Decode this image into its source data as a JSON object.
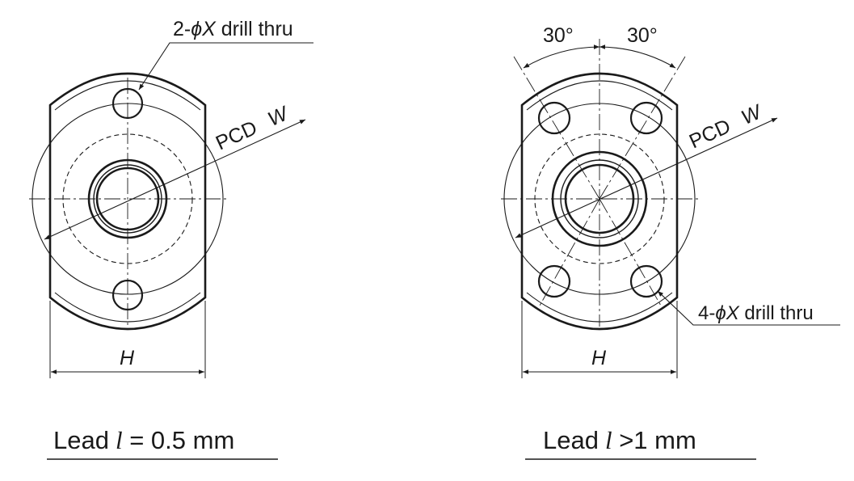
{
  "colors": {
    "stroke": "#1a1a1a",
    "background": "#ffffff"
  },
  "left_view": {
    "drill_label": {
      "prefix": "2-",
      "phi": "ϕ",
      "var": "X",
      "suffix": " drill thru"
    },
    "pcd_label": {
      "text": "PCD",
      "var": "W"
    },
    "width_label": "H",
    "caption": {
      "word": "Lead",
      "var": "l",
      "rest": " = 0.5 mm"
    }
  },
  "right_view": {
    "angle_left": "30°",
    "angle_right": "30°",
    "drill_label": {
      "prefix": "4-",
      "phi": "ϕ",
      "var": "X",
      "suffix": " drill thru"
    },
    "pcd_label": {
      "text": "PCD",
      "var": "W"
    },
    "width_label": "H",
    "caption": {
      "word": "Lead",
      "var": "l",
      "rest": " >1 mm"
    }
  }
}
